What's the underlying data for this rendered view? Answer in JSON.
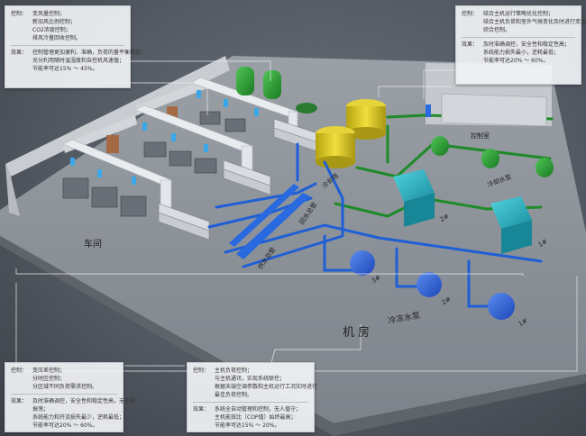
{
  "notes": {
    "top_left": {
      "group1_key": "控制：",
      "group1_lines": [
        "变风量控制；",
        "新旧风比例控制；",
        "CO2浓度控制；",
        "排风冷量回收控制。"
      ],
      "group2_key": "效果：",
      "group2_lines": [
        "控制管理更加便利、准确，负荷的量平衡稳定；",
        "充分利用随时温湿度和自控机风速值；",
        "节能率可达15% ～ 45%。"
      ]
    },
    "top_right": {
      "group1_key": "控制：",
      "group1_lines": [
        "结合主机运行策略优化控制；",
        "结合主机负荷和室外气候变化及时进行变流量等",
        "综合控制。"
      ],
      "group2_key": "效果：",
      "group2_lines": [
        "及时准确调控，安全性和稳定性高；",
        "系统能力损失最小，逆耗最低；",
        "节能率可达20% ～ 60%。"
      ]
    },
    "bottom_left": {
      "group1_key": "控制：",
      "group1_lines": [
        "变压差控制；",
        "分时区控制；",
        "分区域不同负荷需求控制。"
      ],
      "group2_key": "效果：",
      "group2_lines": [
        "及时准确调控，安全性和稳定性高，无任何",
        "振荡；",
        "系统能力和开流损失最少，逆耗最低；",
        "节能率可达20% ～ 60%。"
      ]
    },
    "bottom_center": {
      "group1_key": "控制：",
      "group1_lines": [
        "主机负荷控制；",
        "与主机通讯，实现系统联控；",
        "根据末端空调参数和主机运行工况实时进行",
        "最佳负荷控制。"
      ],
      "group2_key": "效果：",
      "group2_lines": [
        "系统全自动管理和控制，无人值守；",
        "主机能效比（COP值）始终最高；",
        "节能率可达15% ～ 20%。"
      ]
    }
  },
  "labels": {
    "room_left": "车间",
    "machine_room": "机房",
    "chilled_pump": "冷冻水泵",
    "pipe_a": "回水总管",
    "pipe_b": "供水总管",
    "tower": "冷却塔",
    "office": "控制室",
    "cooling_pump": "冷却水泵",
    "num_1": "1#",
    "num_2": "2#",
    "num_3": "3#"
  },
  "colors": {
    "chilled_water": "#1f5fd6",
    "cooling_water": "#1f8a2a",
    "tower": "#d6c21c",
    "chiller": "#27b8c7",
    "duct": "#e9ecef",
    "floor": "#8a8f96"
  }
}
